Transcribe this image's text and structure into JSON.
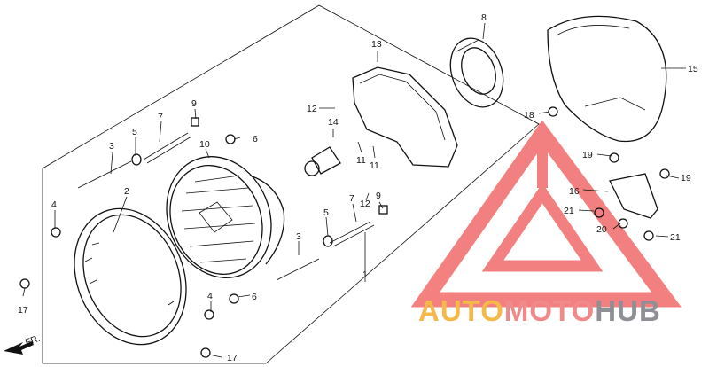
{
  "callouts": [
    {
      "id": "c1",
      "text": "1"
    },
    {
      "id": "c2",
      "text": "2"
    },
    {
      "id": "c3a",
      "text": "3"
    },
    {
      "id": "c3b",
      "text": "3"
    },
    {
      "id": "c4a",
      "text": "4"
    },
    {
      "id": "c4b",
      "text": "4"
    },
    {
      "id": "c5a",
      "text": "5"
    },
    {
      "id": "c5b",
      "text": "5"
    },
    {
      "id": "c6a",
      "text": "6"
    },
    {
      "id": "c6b",
      "text": "6"
    },
    {
      "id": "c7a",
      "text": "7"
    },
    {
      "id": "c7b",
      "text": "7"
    },
    {
      "id": "c8",
      "text": "8"
    },
    {
      "id": "c9a",
      "text": "9"
    },
    {
      "id": "c9b",
      "text": "9"
    },
    {
      "id": "c10",
      "text": "10"
    },
    {
      "id": "c11a",
      "text": "11"
    },
    {
      "id": "c11b",
      "text": "11"
    },
    {
      "id": "c12a",
      "text": "12"
    },
    {
      "id": "c12b",
      "text": "12"
    },
    {
      "id": "c13",
      "text": "13"
    },
    {
      "id": "c14",
      "text": "14"
    },
    {
      "id": "c15",
      "text": "15"
    },
    {
      "id": "c16",
      "text": "16"
    },
    {
      "id": "c17a",
      "text": "17"
    },
    {
      "id": "c17b",
      "text": "17"
    },
    {
      "id": "c18",
      "text": "18"
    },
    {
      "id": "c19a",
      "text": "19"
    },
    {
      "id": "c19b",
      "text": "19"
    },
    {
      "id": "c20",
      "text": "20"
    },
    {
      "id": "c21a",
      "text": "21"
    },
    {
      "id": "c21b",
      "text": "21"
    }
  ],
  "direction_label": "FR.",
  "watermark": {
    "brand_auto": "AUTO",
    "brand_moto": "MOTO",
    "brand_hub": "HUB",
    "colors": {
      "auto": "#f5b94a",
      "moto": "#f08a8a",
      "hub": "#8f9096",
      "triangle": "#f26a6a"
    }
  }
}
